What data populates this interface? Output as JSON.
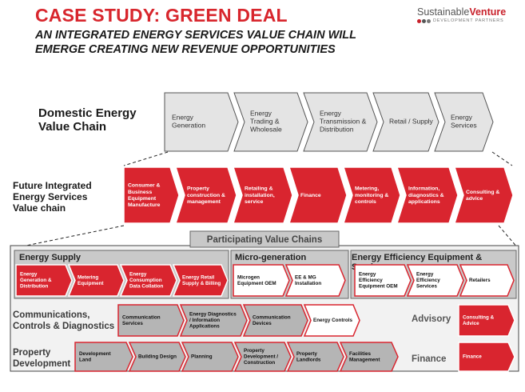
{
  "slide": {
    "title": "CASE STUDY: GREEN DEAL",
    "subtitle_line1": "AN INTEGRATED ENERGY SERVICES VALUE CHAIN WILL",
    "subtitle_line2": "EMERGE CREATING NEW REVENUE OPPORTUNITIES"
  },
  "logo": {
    "word1": "Sustainable",
    "word2": "Venture",
    "tagline": "DEVELOPMENT PARTNERS",
    "dot_colors": [
      "#c8202a",
      "#555555",
      "#777777"
    ]
  },
  "domestic": {
    "label_line1": "Domestic Energy",
    "label_line2": "Value Chain",
    "steps": [
      [
        "Energy",
        "Generation"
      ],
      [
        "Energy",
        "Trading &",
        "Wholesale"
      ],
      [
        "Energy",
        "Transmission  &",
        "Distribution"
      ],
      [
        "Retail / Supply"
      ],
      [
        "Energy",
        "Services"
      ]
    ]
  },
  "future": {
    "label_lines": [
      "Future Integrated",
      "Energy Services",
      "Value chain"
    ],
    "steps": [
      [
        "Consumer  &",
        "Business",
        "Equipment",
        "Manufacture"
      ],
      [
        "Property",
        "construction  &",
        "management"
      ],
      [
        "Retailing  &",
        "installation,",
        "service"
      ],
      [
        "Finance"
      ],
      [
        "Metering,",
        "monitoring  &",
        "controls"
      ],
      [
        "Information,",
        "diagnostics  &",
        "applications"
      ],
      [
        "Consulting  &",
        "advice"
      ]
    ]
  },
  "participating": {
    "header": "Participating Value Chains",
    "energy_supply": {
      "label": "Energy Supply",
      "steps": [
        {
          "lines": [
            "Energy",
            "Generation &",
            "Distribution"
          ],
          "style": "red"
        },
        {
          "lines": [
            "Metering",
            "Equipment"
          ],
          "style": "red"
        },
        {
          "lines": [
            "Energy",
            "Consumption",
            "Data Collation"
          ],
          "style": "red"
        },
        {
          "lines": [
            "Energy Retail",
            "Supply & Billing"
          ],
          "style": "red"
        }
      ]
    },
    "micro_generation": {
      "label": "Micro-generation",
      "steps": [
        {
          "lines": [
            "Microgen",
            "Equipment OEM"
          ],
          "style": "white"
        },
        {
          "lines": [
            "EE & MG",
            "Installation"
          ],
          "style": "white"
        }
      ]
    },
    "efficiency": {
      "label_line1": "Energy Efficiency Equipment  &",
      "label_line2": "Services",
      "steps": [
        {
          "lines": [
            "Energy",
            "Efficiency",
            "Equipment OEM"
          ],
          "style": "white"
        },
        {
          "lines": [
            "Energy",
            "Efficiency",
            "Services"
          ],
          "style": "white"
        },
        {
          "lines": [
            "Retailers"
          ],
          "style": "white"
        }
      ]
    },
    "communications": {
      "label_line1": "Communications,",
      "label_line2": "Controls & Diagnostics",
      "steps": [
        {
          "lines": [
            "Communication",
            "Services"
          ],
          "style": "grey"
        },
        {
          "lines": [
            "Energy Diagnostics",
            "/ Information",
            "Applications"
          ],
          "style": "grey"
        },
        {
          "lines": [
            "Communication",
            "Devices"
          ],
          "style": "grey"
        },
        {
          "lines": [
            "Energy Controls"
          ],
          "style": "white"
        }
      ]
    },
    "property": {
      "label_line1": "Property",
      "label_line2": "Development",
      "steps": [
        {
          "lines": [
            "Development",
            "Land"
          ],
          "style": "grey"
        },
        {
          "lines": [
            "Building Design"
          ],
          "style": "grey"
        },
        {
          "lines": [
            "Planning"
          ],
          "style": "grey"
        },
        {
          "lines": [
            "Property",
            "Development /",
            "Construction"
          ],
          "style": "grey"
        },
        {
          "lines": [
            "Property",
            "Landlords"
          ],
          "style": "grey"
        },
        {
          "lines": [
            "Facilities",
            "Management"
          ],
          "style": "grey"
        }
      ]
    },
    "advisory": {
      "label": "Advisory",
      "steps": [
        {
          "lines": [
            "Consulting &",
            "Advice"
          ],
          "style": "red"
        }
      ]
    },
    "finance": {
      "label": "Finance",
      "steps": [
        {
          "lines": [
            "Finance"
          ],
          "style": "red"
        }
      ]
    }
  }
}
